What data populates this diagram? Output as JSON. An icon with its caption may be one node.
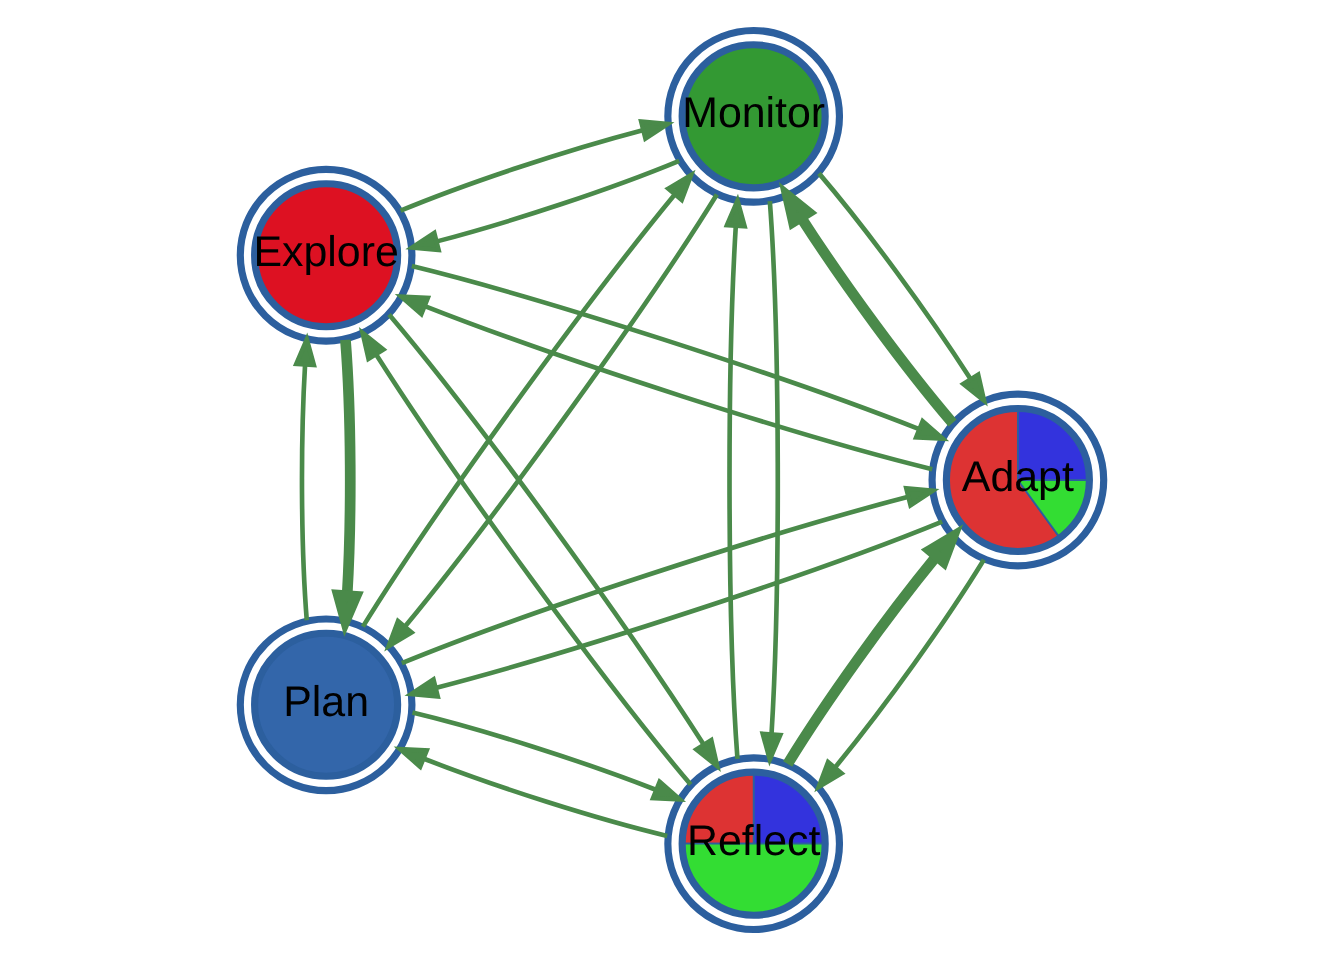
{
  "diagram": {
    "nodes": [
      {
        "text": [
          "Reflect"
        ]
      },
      {
        "text": [
          "Adapt"
        ]
      },
      {
        "text": [
          "Explore"
        ]
      },
      {
        "text": [
          "Monitor"
        ]
      },
      {
        "text": [
          "Plan"
        ]
      }
    ],
    "edges": [
      {
        "from": 0,
        "to": 1,
        "arrow": "to",
        "style": "thick"
      },
      {
        "from": 1,
        "to": 0,
        "arrow": "to"
      },
      {
        "from": 0,
        "to": 2,
        "arrow": "to"
      },
      {
        "from": 2,
        "to": 0,
        "arrow": "to"
      },
      {
        "from": 0,
        "to": 3,
        "arrow": "to"
      },
      {
        "from": 3,
        "to": 0,
        "arrow": "to"
      },
      {
        "from": 0,
        "to": 4,
        "arrow": "to"
      },
      {
        "from": 4,
        "to": 0,
        "arrow": "to"
      },
      {
        "from": 1,
        "to": 2,
        "arrow": "to"
      },
      {
        "from": 2,
        "to": 1,
        "arrow": "to"
      },
      {
        "from": 1,
        "to": 3,
        "arrow": "to",
        "style": "thick"
      },
      {
        "from": 3,
        "to": 1,
        "arrow": "to"
      },
      {
        "from": 1,
        "to": 4,
        "arrow": "to"
      },
      {
        "from": 4,
        "to": 1,
        "arrow": "to"
      },
      {
        "from": 2,
        "to": 3,
        "arrow": "to"
      },
      {
        "from": 3,
        "to": 2,
        "arrow": "to"
      },
      {
        "from": 2,
        "to": 4,
        "arrow": "to",
        "style": "thick"
      },
      {
        "from": 4,
        "to": 2,
        "arrow": "to"
      },
      {
        "from": 3,
        "to": 4,
        "arrow": "to"
      },
      {
        "from": 4,
        "to": 3,
        "arrow": "to"
      }
    ]
  }
}
